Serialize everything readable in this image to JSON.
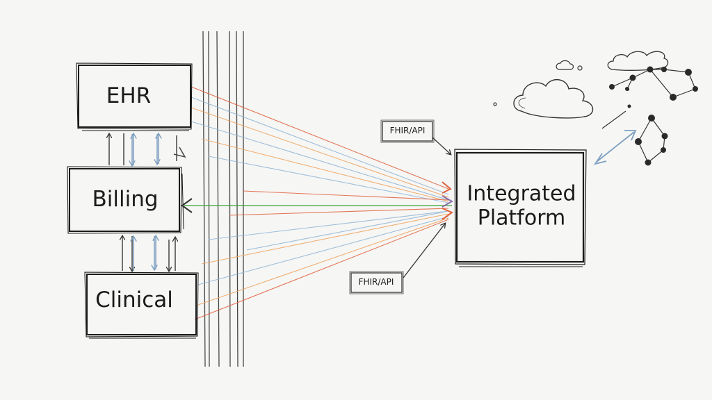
{
  "nodes": {
    "ehr": "EHR",
    "billing": "Billing",
    "clinical": "Clinical",
    "platform_line1": "Integrated",
    "platform_line2": "Platform"
  },
  "tags": {
    "top": "FHIR/API",
    "bottom": "FHIR/API"
  },
  "colors": {
    "ink": "#1b1b1b",
    "link_red": "#e0603c",
    "link_green": "#3aa53a",
    "link_blue": "#8fb5d6",
    "link_orange": "#efa35e",
    "arrow_blue": "#7e9fc0"
  }
}
